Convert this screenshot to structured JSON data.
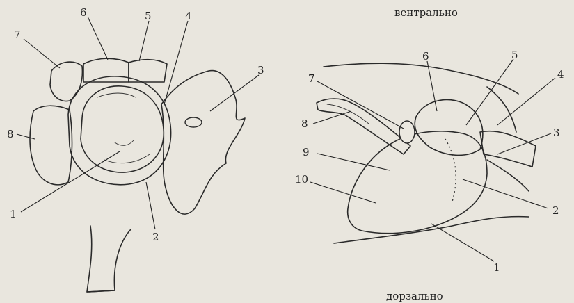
{
  "left_figure": {
    "labels": [
      "1",
      "2",
      "3",
      "4",
      "5",
      "6",
      "7",
      "8"
    ]
  },
  "right_figure": {
    "caption_top": "вентрально",
    "caption_bottom": "дорзально",
    "labels": [
      "1",
      "2",
      "3",
      "4",
      "5",
      "6",
      "7",
      "8",
      "9",
      "10"
    ]
  }
}
